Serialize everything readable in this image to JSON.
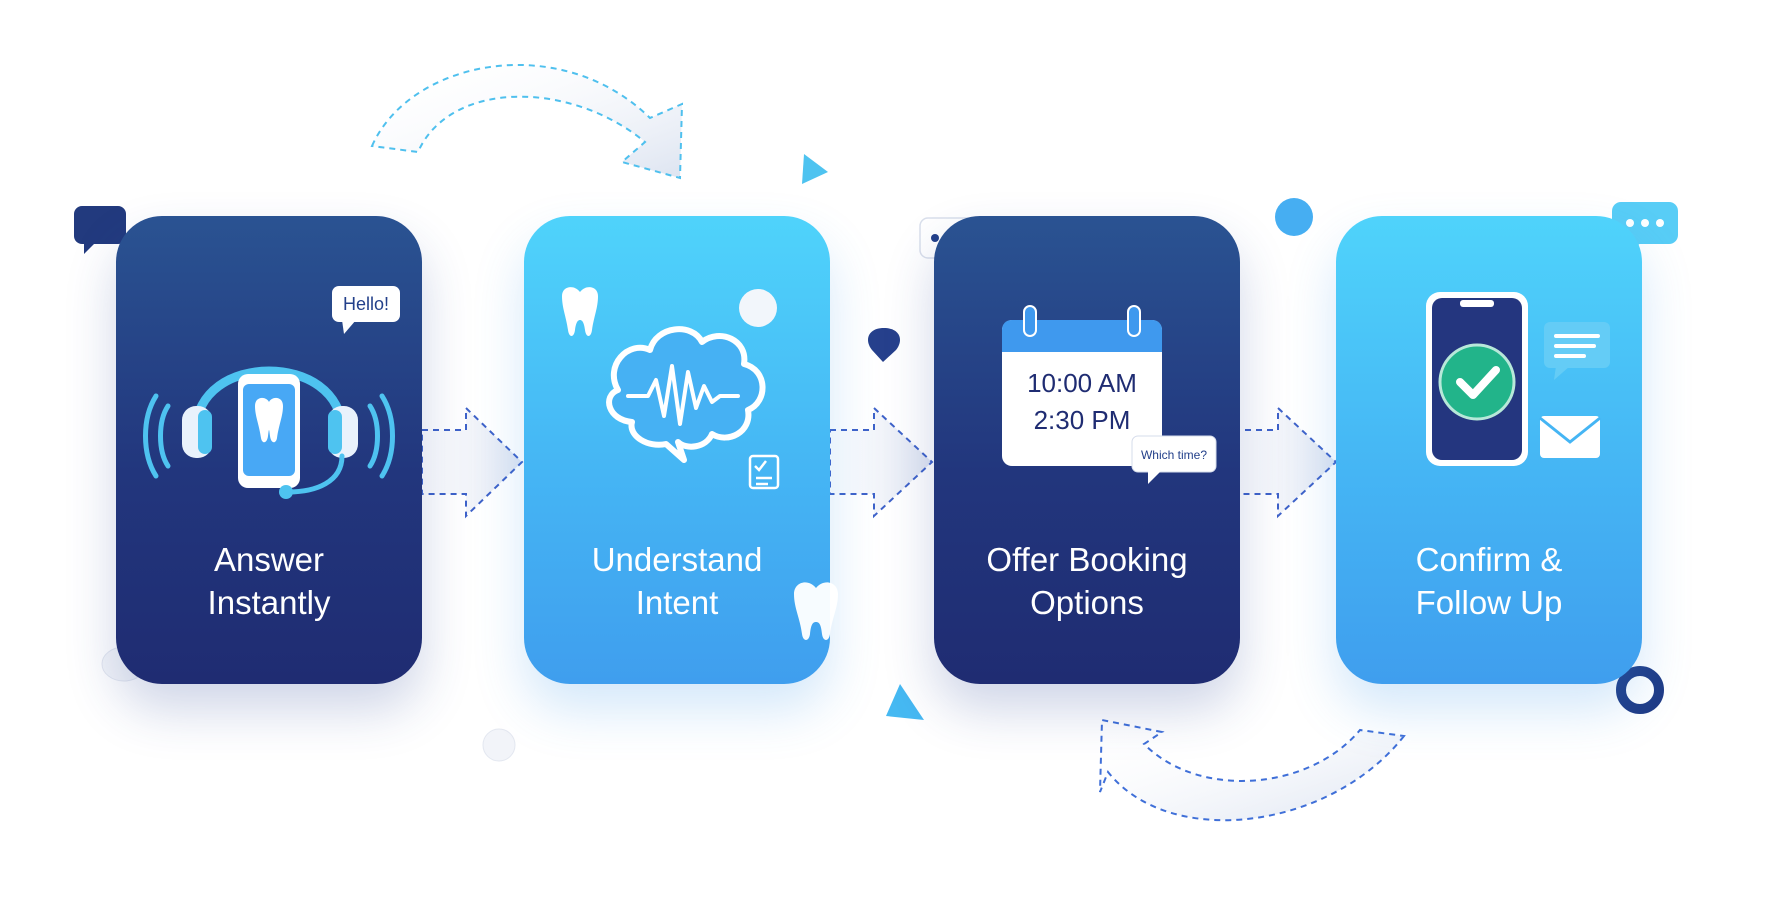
{
  "steps": [
    {
      "line1": "Answer",
      "line2": "Instantly",
      "icon": "headset-phone-tooth-icon",
      "bubble": "Hello!"
    },
    {
      "line1": "Understand",
      "line2": "Intent",
      "icon": "brain-waveform-icon"
    },
    {
      "line1": "Offer Booking",
      "line2": "Options",
      "icon": "calendar-times-icon",
      "time1": "10:00 AM",
      "time2": "2:30 PM",
      "bubble": "Which time?"
    },
    {
      "line1": "Confirm &",
      "line2": "Follow Up",
      "icon": "phone-check-mail-icon"
    }
  ],
  "colors": {
    "dark_card": "#22367d",
    "light_card": "#45b5f4",
    "accent": "#3a8ef0",
    "check": "#22b48a"
  }
}
